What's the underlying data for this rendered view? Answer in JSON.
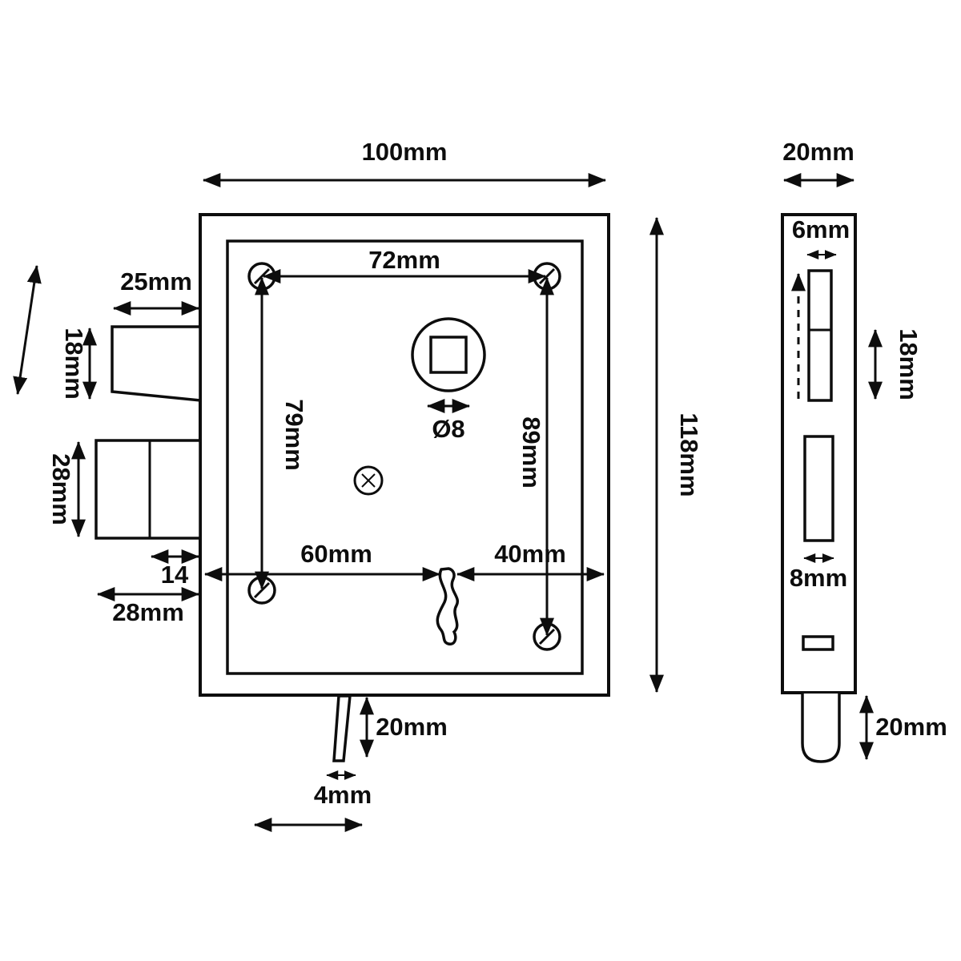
{
  "front": {
    "width": "100mm",
    "height": "118mm",
    "screw_span": "72mm",
    "left_screw_height": "79mm",
    "right_screw_height": "89mm",
    "keyhole_left": "60mm",
    "keyhole_right": "40mm",
    "spindle": "Ø8",
    "latch_depth": "25mm",
    "latch_height": "18mm",
    "deadbolt_height": "28mm",
    "deadbolt_step": "14",
    "deadbolt_depth": "28mm",
    "key_length": "20mm",
    "key_width": "4mm"
  },
  "side": {
    "width": "20mm",
    "latch_width": "6mm",
    "latch_height": "18mm",
    "deadbolt_width": "8mm",
    "tab_length": "20mm"
  }
}
